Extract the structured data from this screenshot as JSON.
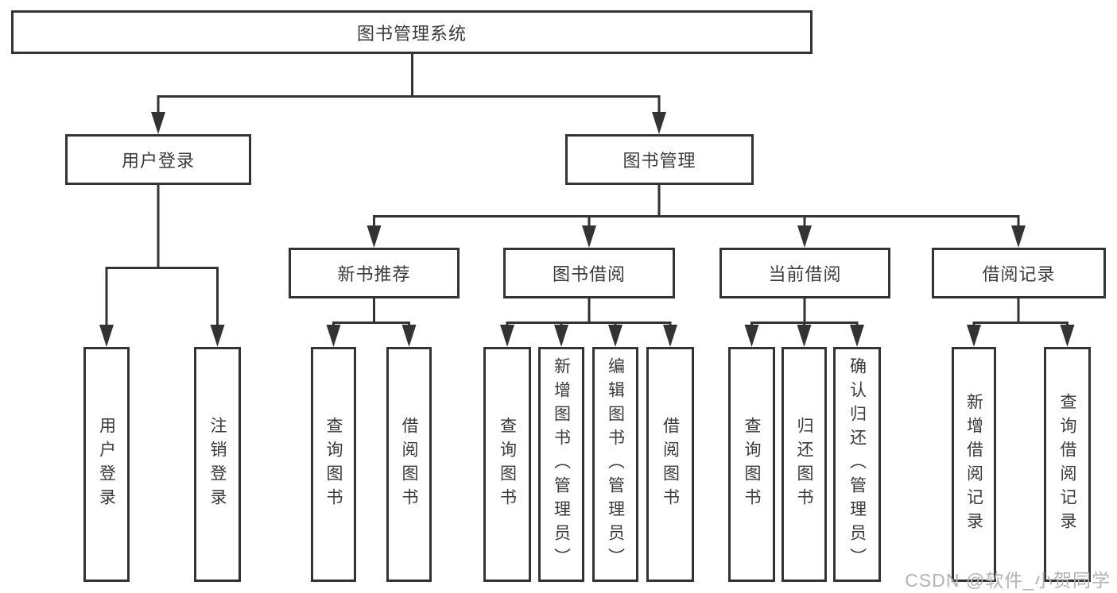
{
  "colors": {
    "line": "#333333",
    "box_border": "#333333",
    "text": "#3a3a3a",
    "watermark": "#b3b3b3"
  },
  "tree": {
    "root": {
      "label": "图书管理系统"
    },
    "branches": [
      {
        "label": "用户登录",
        "leaves": [
          "用户登录",
          "注销登录"
        ]
      },
      {
        "label": "图书管理",
        "groups": [
          {
            "label": "新书推荐",
            "leaves": [
              "查询图书",
              "借阅图书"
            ]
          },
          {
            "label": "图书借阅",
            "leaves": [
              "查询图书",
              "新增图书（管理员）",
              "编辑图书（管理员）",
              "借阅图书"
            ]
          },
          {
            "label": "当前借阅",
            "leaves": [
              "查询图书",
              "归还图书",
              "确认归还（管理员）"
            ]
          },
          {
            "label": "借阅记录",
            "leaves": [
              "新增借阅记录",
              "查询借阅记录"
            ]
          }
        ]
      }
    ]
  },
  "watermark": {
    "text": "CSDN @软件_小贺同学"
  }
}
